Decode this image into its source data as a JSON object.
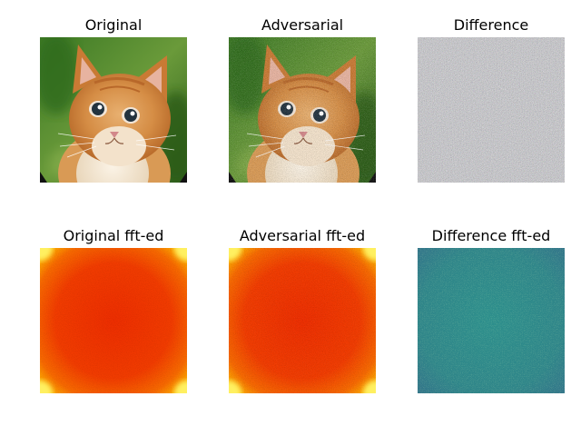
{
  "chart_data": [
    {
      "type": "image",
      "title": "Original",
      "content": "kitten photo"
    },
    {
      "type": "image",
      "title": "Adversarial",
      "content": "kitten photo with noise"
    },
    {
      "type": "image",
      "title": "Difference",
      "content": "noise"
    },
    {
      "type": "heatmap",
      "title": "Original fft-ed",
      "colormap": "hot"
    },
    {
      "type": "heatmap",
      "title": "Adversarial fft-ed",
      "colormap": "hot"
    },
    {
      "type": "heatmap",
      "title": "Difference fft-ed",
      "colormap": "viridis"
    }
  ],
  "colors": {
    "fft_center": "#f03a00",
    "fft_corner": "#ffe000",
    "diff_fft": "#2e8a8a",
    "diff_noise": "#8a8a8a"
  }
}
